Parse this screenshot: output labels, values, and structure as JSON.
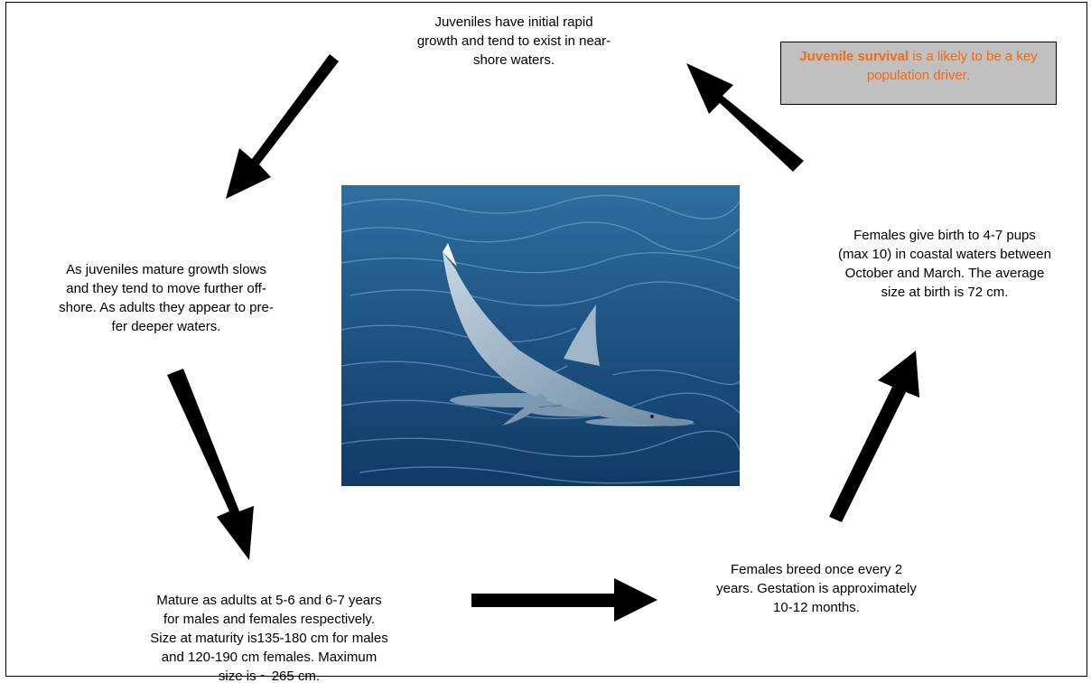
{
  "diagram": {
    "stages": {
      "juveniles": "Juveniles have initial rapid\ngrowth and  tend to exist in near-\nshore waters.",
      "migration": "As juveniles mature growth slows\nand they tend to move further off-\nshore. As adults they appear to pre-\nfer deeper waters.",
      "maturity": "Mature as adults at 5-6 and 6-7 years\nfor males and females respectively.\nSize at maturity is135-180 cm for males\nand 120-190 cm females. Maximum\nsize is ~ 265 cm.",
      "breeding": "Females breed once every 2\nyears. Gestation is approximately\n10-12 months.",
      "birth": "Females give birth to 4-7 pups\n(max 10) in coastal waters between\nOctober and March. The average\nsize at birth is 72 cm."
    },
    "callout": {
      "highlight": "Juvenile survival",
      "text": " is a likely to be a key population driver."
    },
    "photo_subject": "shark-swimming-at-surface",
    "colors": {
      "callout_text": "#f26b16",
      "callout_background": "#c0c0c0",
      "arrow": "#000000",
      "water_deep": "#0f3a66",
      "water_light": "#2f6f9e"
    }
  }
}
